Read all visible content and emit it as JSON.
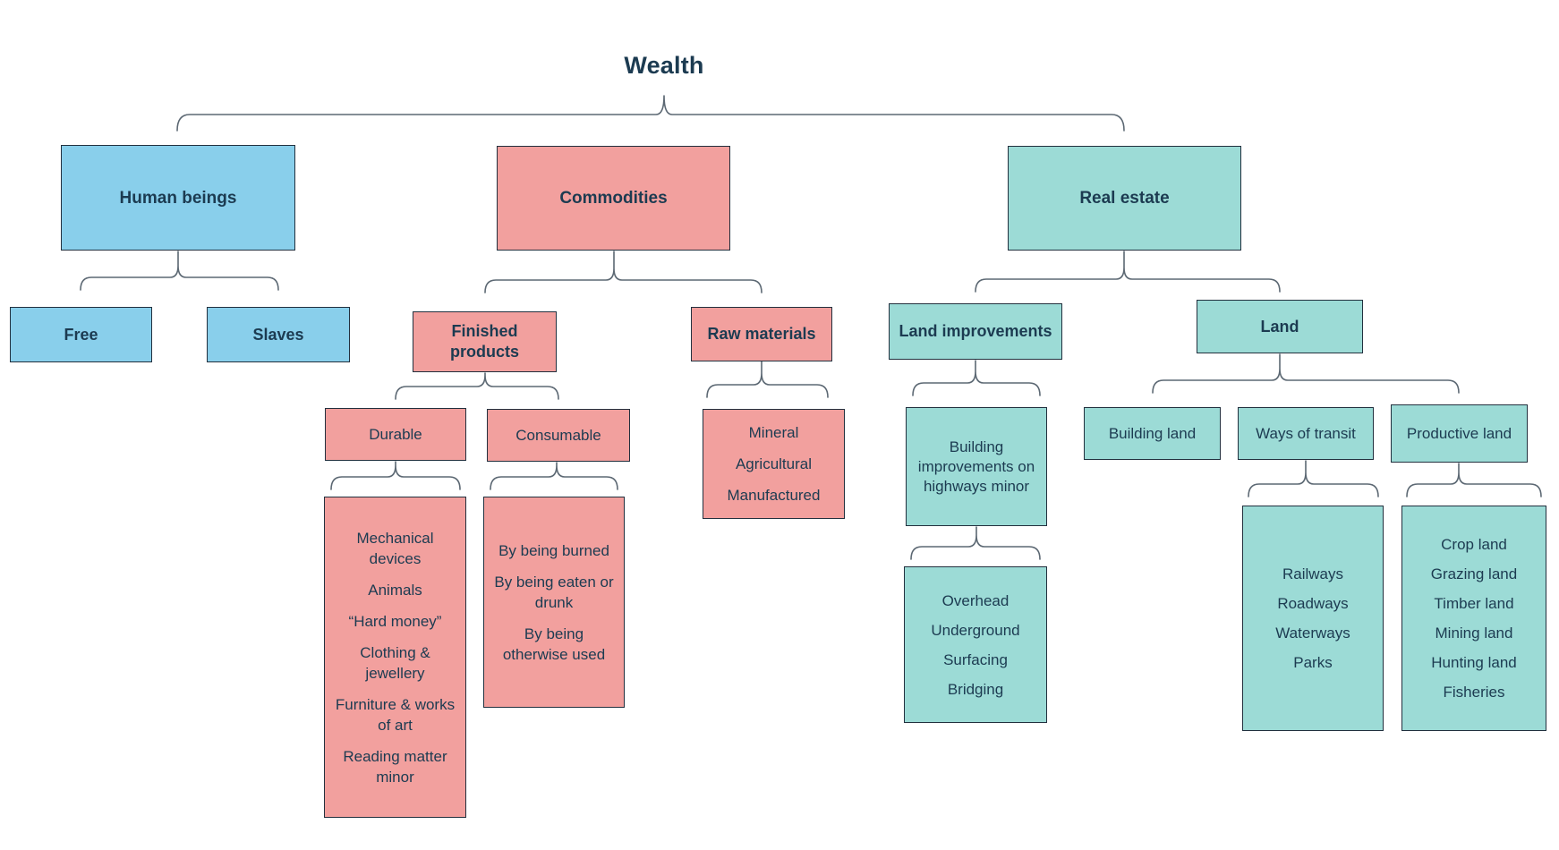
{
  "title": "Wealth",
  "colors": {
    "human_beings_fill": "#89cfeb",
    "commodities_fill": "#f2a09e",
    "real_estate_fill": "#9cdbd6",
    "text": "#1c3b51",
    "box_border": "#22303e",
    "connector": "#5c6873",
    "background": "#ffffff"
  },
  "nodes": {
    "human_beings": {
      "label": "Human beings"
    },
    "free": {
      "label": "Free"
    },
    "slaves": {
      "label": "Slaves"
    },
    "commodities": {
      "label": "Commodities"
    },
    "finished_products": {
      "label": "Finished products"
    },
    "raw_materials": {
      "label": "Raw materials"
    },
    "durable": {
      "label": "Durable"
    },
    "consumable": {
      "label": "Consumable"
    },
    "raw_material_types": {
      "items": [
        "Mineral",
        "Agricultural",
        "Manufactured"
      ]
    },
    "durable_types": {
      "items": [
        "Mechanical devices",
        "Animals",
        "“Hard money”",
        "Clothing & jewellery",
        "Furniture & works of art",
        "Reading matter minor"
      ]
    },
    "consumable_types": {
      "items": [
        "By being burned",
        "By being eaten or drunk",
        "By being otherwise used"
      ]
    },
    "real_estate": {
      "label": "Real estate"
    },
    "land_improvements": {
      "label": "Land improvements"
    },
    "building_improvements": {
      "label": "Building improvements on highways minor"
    },
    "building_improvement_types": {
      "items": [
        "Overhead",
        "Underground",
        "Surfacing",
        "Bridging"
      ]
    },
    "land": {
      "label": "Land"
    },
    "building_land": {
      "label": "Building land"
    },
    "ways_of_transit": {
      "label": "Ways of transit"
    },
    "transit_types": {
      "items": [
        "Railways",
        "Roadways",
        "Waterways",
        "Parks"
      ]
    },
    "productive_land": {
      "label": "Productive land"
    },
    "productive_land_types": {
      "items": [
        "Crop land",
        "Grazing land",
        "Timber land",
        "Mining land",
        "Hunting land",
        "Fisheries"
      ]
    }
  }
}
